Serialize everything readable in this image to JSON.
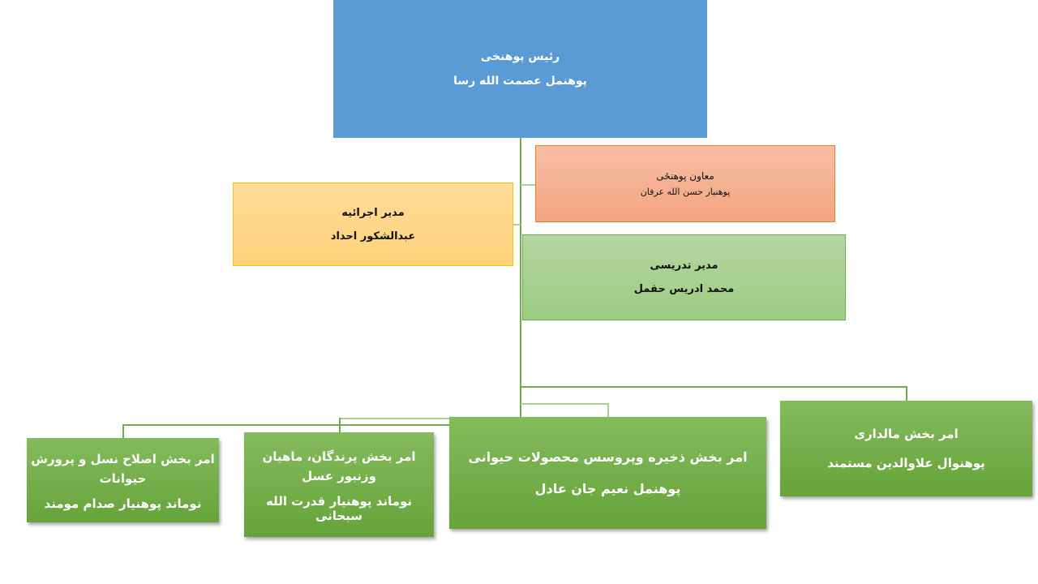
{
  "chart": {
    "type": "org-chart",
    "colors": {
      "head": "#5b9bd5",
      "deputy": "#f4b183",
      "executive": "#ffd580",
      "teaching": "#a9d18e",
      "department": "#70ad47",
      "connector": "#70ad47"
    }
  },
  "head": {
    "title": "رئیس پوهنخی",
    "name": "پوهنمل عصمت الله رسا"
  },
  "deputy": {
    "title": "معاون پوهنځی",
    "name": "پوهنیار حسن الله عرفان"
  },
  "executive": {
    "title": "مدیر اجرائیه",
    "name": "عبدالشکور احداد"
  },
  "teaching": {
    "title": "مدیر تدریسی",
    "name": "محمد ادریس حقمل"
  },
  "departments": [
    {
      "title": "امر بخش مالداری",
      "name": "پوهنوال علاوالدین مستمند"
    },
    {
      "title": "امر بخش ذخیره وپروسس محصولات حیوانی",
      "name": "پوهنمل نعیم جان عادل"
    },
    {
      "title": "امر بخش پرندگان، ماهیان وزنبور عسل",
      "name": "نوماند پوهنیار قدرت الله سبحانی"
    },
    {
      "title": "امر بخش اصلاح نسل و پرورش حیوانات",
      "name": "نوماند پوهنیار صدام مومند"
    }
  ]
}
